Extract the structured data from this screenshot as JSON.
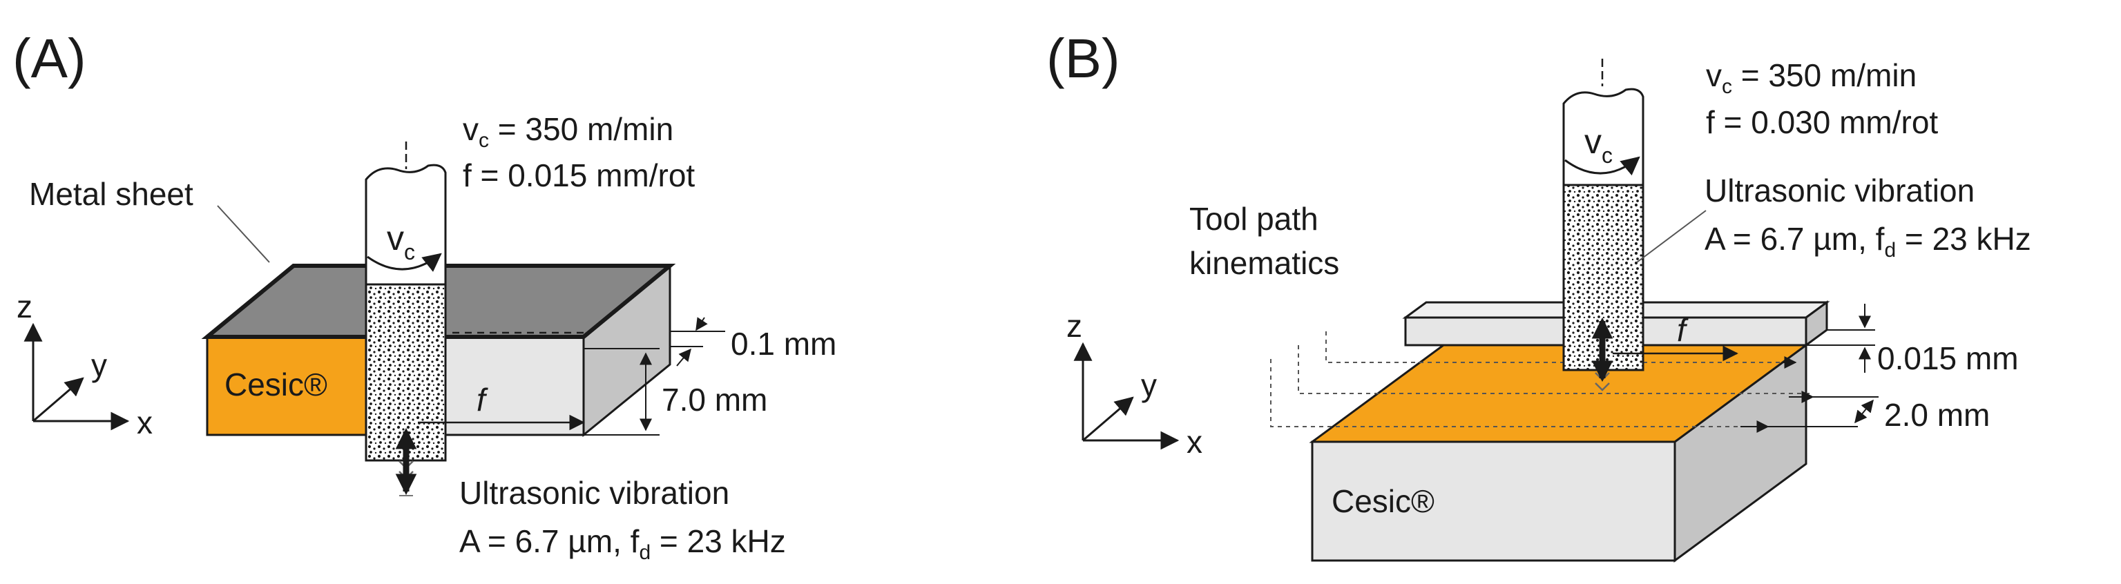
{
  "colors": {
    "cesic": "#f5a21a",
    "block_light": "#e6e6e6",
    "block_side": "#c4c4c4",
    "sheet_gray": "#878787",
    "outline": "#1a1a1a",
    "tool_fill": "#ffffff"
  },
  "panel_a": {
    "label": "(A)",
    "vc_symbol": "v",
    "vc_sub": "c",
    "vc_value": " = 350 m/min",
    "feed_line": "f = 0.015 mm/rot",
    "metal_sheet": "Metal sheet",
    "material": "Cesic®",
    "feed_arrow": "f",
    "dim_sheet": "0.1 mm",
    "dim_block": "7.0 mm",
    "ultrasonic_title": "Ultrasonic vibration",
    "amp_text": "A = 6.7 µm, f",
    "freq_sub": "d",
    "freq_text": " = 23 kHz",
    "tool_vc_symbol": "v",
    "tool_vc_sub": "c",
    "axis_z": "z",
    "axis_y": "y",
    "axis_x": "x"
  },
  "panel_b": {
    "label": "(B)",
    "vc_symbol": "v",
    "vc_sub": "c",
    "vc_value": " = 350 m/min",
    "feed_line": "f = 0.030 mm/rot",
    "ultrasonic_title": "Ultrasonic vibration",
    "amp_text": "A = 6.7 µm, f",
    "freq_sub": "d",
    "freq_text": " = 23 kHz",
    "tool_path_line1": "Tool path",
    "tool_path_line2": "kinematics",
    "feed_arrow": "f",
    "dim_depth": "0.015 mm",
    "dim_step": "2.0 mm",
    "material": "Cesic®",
    "tool_vc_symbol": "v",
    "tool_vc_sub": "c",
    "axis_z": "z",
    "axis_y": "y",
    "axis_x": "x"
  }
}
